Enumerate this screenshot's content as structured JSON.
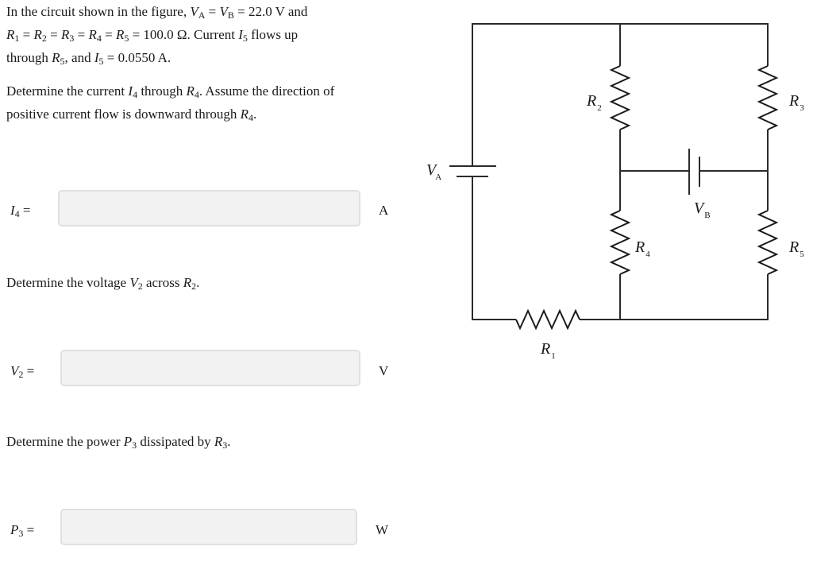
{
  "problem": {
    "intro": {
      "line1": {
        "pre": "In the circuit shown in the figure, ",
        "va": "V",
        "va_sub": "A",
        "eq1": " = ",
        "vb": "V",
        "vb_sub": "B",
        "eq2": " = 22.0 V and"
      },
      "line2": {
        "r1": "R",
        "r1_sub": "1",
        "r2": "R",
        "r2_sub": "2",
        "r3": "R",
        "r3_sub": "3",
        "r4": "R",
        "r4_sub": "4",
        "r5": "R",
        "r5_sub": "5",
        "eq": " = ",
        "value": " = 100.0 Ω.  Current ",
        "i5": "I",
        "i5_sub": "5",
        "post": " flows up"
      },
      "line3": {
        "pre": "through ",
        "r5": "R",
        "r5_sub": "5",
        "mid": ", and ",
        "i5": "I",
        "i5_sub": "5",
        "post": " = 0.0550 A."
      }
    },
    "q1": {
      "line1": {
        "pre": "Determine the current ",
        "i": "I",
        "i_sub": "4",
        "mid": " through ",
        "r": "R",
        "r_sub": "4",
        "post": ". Assume the direction of"
      },
      "line2": {
        "pre": "positive current flow is downward through ",
        "r": "R",
        "r_sub": "4",
        "post": "."
      },
      "label_var": "I",
      "label_sub": "4",
      "label_eq": " =",
      "input_value": "",
      "unit": "A"
    },
    "q2": {
      "text": {
        "pre": "Determine the voltage ",
        "v": "V",
        "v_sub": "2",
        "mid": " across ",
        "r": "R",
        "r_sub": "2",
        "post": "."
      },
      "label_var": "V",
      "label_sub": "2",
      "label_eq": " =",
      "input_value": "",
      "unit": "V"
    },
    "q3": {
      "text": {
        "pre": "Determine the power ",
        "p": "P",
        "p_sub": "3",
        "mid": " dissipated by ",
        "r": "R",
        "r_sub": "3",
        "post": "."
      },
      "label_var": "P",
      "label_sub": "3",
      "label_eq": " =",
      "input_value": "",
      "unit": "W"
    }
  },
  "circuit": {
    "labels": {
      "va": {
        "main": "V",
        "sub": "A"
      },
      "vb": {
        "main": "V",
        "sub": "B"
      },
      "r1": {
        "main": "R",
        "sub": "1"
      },
      "r2": {
        "main": "R",
        "sub": "2"
      },
      "r3": {
        "main": "R",
        "sub": "3"
      },
      "r4": {
        "main": "R",
        "sub": "4"
      },
      "r5": {
        "main": "R",
        "sub": "5"
      }
    },
    "wire_color": "#2a2a2a"
  }
}
